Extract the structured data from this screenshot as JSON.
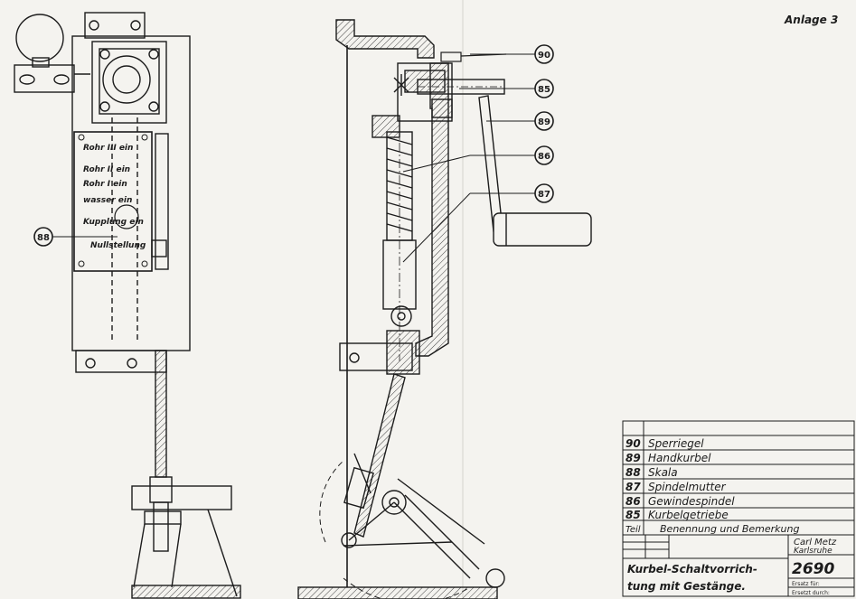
{
  "sheet": {
    "annex": "Anlage 3"
  },
  "scale_plate": {
    "rows": [
      "Rohr III ein",
      "Rohr II ein",
      "Rohr I ein",
      "wasser ein",
      "Kupplung ein",
      "Nullstellung"
    ]
  },
  "callouts": {
    "c88": "88",
    "c90": "90",
    "c85": "85",
    "c89": "89",
    "c86": "86",
    "c87": "87"
  },
  "parts_list": {
    "rows": [
      {
        "no": "90",
        "name": "Sperriegel"
      },
      {
        "no": "89",
        "name": "Handkurbel"
      },
      {
        "no": "88",
        "name": "Skala"
      },
      {
        "no": "87",
        "name": "Spindelmutter"
      },
      {
        "no": "86",
        "name": "Gewindespindel"
      },
      {
        "no": "85",
        "name": "Kurbelgetriebe"
      }
    ],
    "header_part": "Teil",
    "header_desc": "Benennung und Bemerkung"
  },
  "title_block": {
    "company_line1": "Carl Metz",
    "company_line2": "Karlsruhe",
    "title_line1": "Kurbel-Schaltvorrich-",
    "title_line2": "tung mit Gestänge.",
    "drawing_number": "2690",
    "replaces_label": "Ersatz für:",
    "replaced_by_label": "Ersetzt durch:"
  },
  "colors": {
    "paper": "#f4f3ef",
    "ink": "#1c1c1c",
    "hatch": "#555555"
  }
}
